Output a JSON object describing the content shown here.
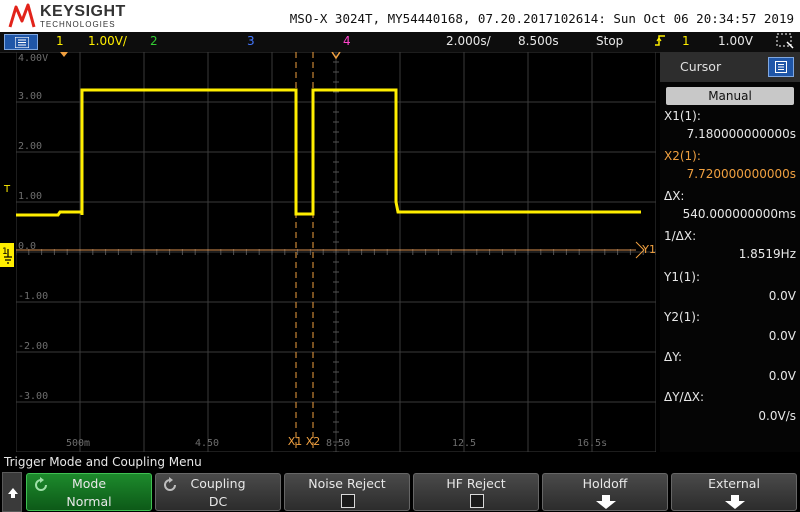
{
  "header": {
    "brand": "KEYSIGHT",
    "brand_sub": "TECHNOLOGIES",
    "instrument": "MSO-X 3024T, MY54440168, 07.20.2017102614: Sun Oct 06 20:34:57 2019"
  },
  "status": {
    "ch1_num": "1",
    "ch1_scale": "1.00V/",
    "ch2_num": "2",
    "ch3_num": "3",
    "ch4_num": "4",
    "timebase": "2.000s/",
    "delay": "8.500s",
    "run_state": "Stop",
    "trig_source": "1",
    "trig_level": "1.00V"
  },
  "plot": {
    "y_labels": [
      "4.00V",
      "3.00",
      "2.00",
      "1.00",
      "0.0",
      "-1.00",
      "-2.00",
      "-3.00"
    ],
    "x_labels": [
      "500m",
      "4.50",
      "8.50",
      "12.5",
      "16.5s"
    ],
    "cursor_x1_label": "X1",
    "cursor_x2_label": "X2",
    "cursor_y1_label": "Y1",
    "trig_marker": "T"
  },
  "sidebar": {
    "title": "Cursor",
    "mode": "Manual",
    "x1_label": "X1(1):",
    "x1_value": "7.180000000000s",
    "x2_label": "X2(1):",
    "x2_value": "7.720000000000s",
    "dx_label": "ΔX:",
    "dx_value": "540.000000000ms",
    "inv_dx_label": "1/ΔX:",
    "inv_dx_value": "1.8519Hz",
    "y1_label": "Y1(1):",
    "y1_value": "0.0V",
    "y2_label": "Y2(1):",
    "y2_value": "0.0V",
    "dy_label": "ΔY:",
    "dy_value": "0.0V",
    "dydx_label": "ΔY/ΔX:",
    "dydx_value": "0.0V/s"
  },
  "menu": {
    "title": "Trigger Mode and Coupling Menu",
    "keys": [
      {
        "l1": "Mode",
        "l2": "Normal"
      },
      {
        "l1": "Coupling",
        "l2": "DC"
      },
      {
        "l1": "Noise Reject",
        "l2": ""
      },
      {
        "l1": "HF Reject",
        "l2": ""
      },
      {
        "l1": "Holdoff",
        "l2": ""
      },
      {
        "l1": "External",
        "l2": ""
      }
    ]
  },
  "colors": {
    "ch1": "#ffee00",
    "ch2": "#33cc33",
    "ch3": "#4477ff",
    "ch4": "#ff44cc",
    "cursor": "#f0a040",
    "grid": "#3a3a3a"
  },
  "icons": [
    "keysight-logo-icon",
    "menu-icon",
    "trigger-edge-icon",
    "zoom-icon",
    "back-arrow-icon",
    "rotate-icon",
    "down-arrow-icon"
  ]
}
